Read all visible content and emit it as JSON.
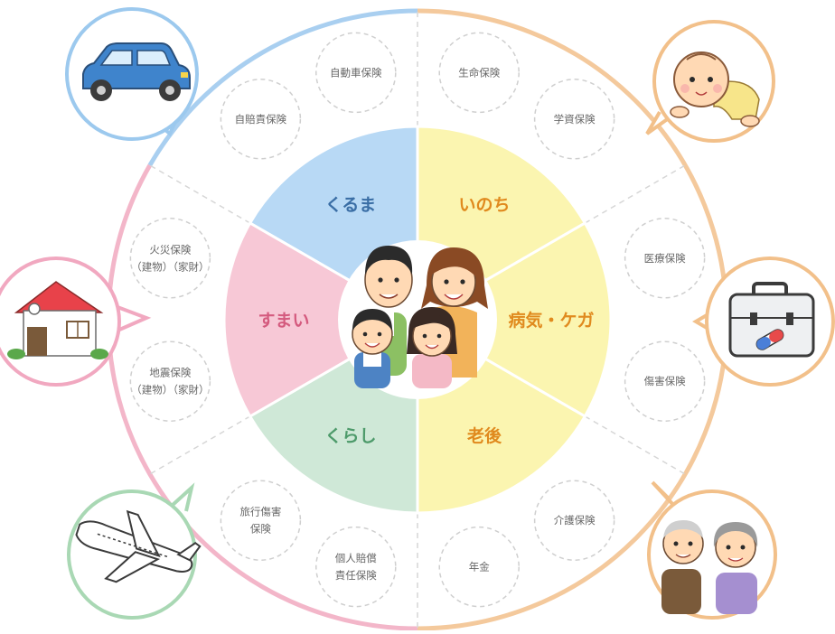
{
  "center": {
    "illustration": "family-icon"
  },
  "segments": [
    {
      "id": "kuruma",
      "label": "くるま",
      "color": "#b8d9f5",
      "text_color": "#3a6ea5"
    },
    {
      "id": "inochi",
      "label": "いのち",
      "color": "#fbf5b0",
      "text_color": "#e08a1e"
    },
    {
      "id": "byoki",
      "label": "病気・ケガ",
      "color": "#fbf5b0",
      "text_color": "#e08a1e"
    },
    {
      "id": "rougo",
      "label": "老後",
      "color": "#fbf5b0",
      "text_color": "#e08a1e"
    },
    {
      "id": "kurashi",
      "label": "くらし",
      "color": "#cfe8d7",
      "text_color": "#4d9a6a"
    },
    {
      "id": "sumai",
      "label": "すまい",
      "color": "#f7c8d6",
      "text_color": "#d45a7e"
    }
  ],
  "insurance_items": [
    {
      "lines": [
        "自動車保険"
      ]
    },
    {
      "lines": [
        "自賠責保険"
      ]
    },
    {
      "lines": [
        "生命保険"
      ]
    },
    {
      "lines": [
        "学資保険"
      ]
    },
    {
      "lines": [
        "医療保険"
      ]
    },
    {
      "lines": [
        "傷害保険"
      ]
    },
    {
      "lines": [
        "介護保険"
      ]
    },
    {
      "lines": [
        "年金"
      ]
    },
    {
      "lines": [
        "個人賠償",
        "責任保険"
      ]
    },
    {
      "lines": [
        "旅行傷害",
        "保険"
      ]
    },
    {
      "lines": [
        "地震保険",
        "（建物）（家財）"
      ]
    },
    {
      "lines": [
        "火災保険",
        "（建物）（家財）"
      ]
    }
  ],
  "category_icons": [
    {
      "icon": "car-icon",
      "border_color": "#9cc9ee"
    },
    {
      "icon": "baby-icon",
      "border_color": "#f2c08a"
    },
    {
      "icon": "medical-kit-icon",
      "border_color": "#f2c08a"
    },
    {
      "icon": "elderly-couple-icon",
      "border_color": "#f2c08a"
    },
    {
      "icon": "airplane-icon",
      "border_color": "#a9d8b4"
    },
    {
      "icon": "house-icon",
      "border_color": "#f1a8c0"
    }
  ],
  "ring": {
    "left_color": "#f3b6c9",
    "right_color": "#f4c99c",
    "top_left_color": "#a9cff0"
  }
}
